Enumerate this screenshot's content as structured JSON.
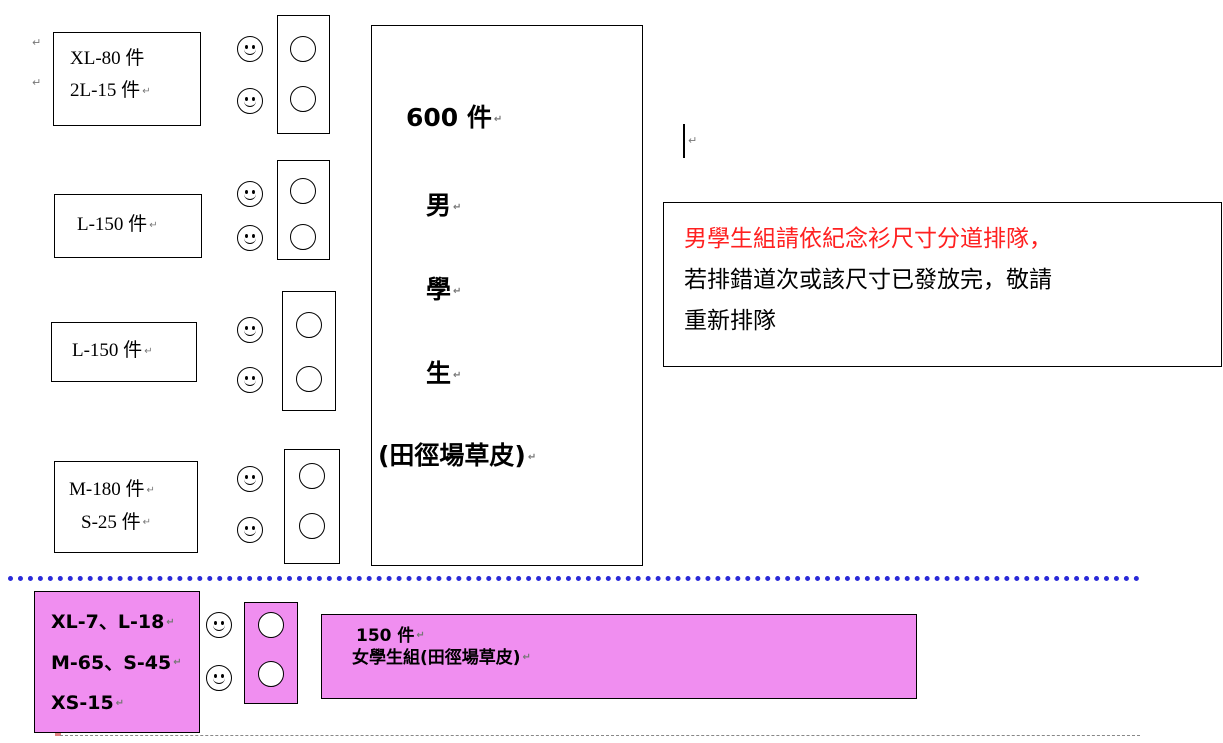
{
  "size_boxes": [
    {
      "lines": [
        "XL-80 件",
        "2L-15 件"
      ]
    },
    {
      "lines": [
        "L-150 件"
      ]
    },
    {
      "lines": [
        "L-150 件"
      ]
    },
    {
      "lines": [
        "M-180 件",
        "S-25 件"
      ]
    }
  ],
  "boys": {
    "count": "600 件",
    "chars": [
      "男",
      "學",
      "生"
    ],
    "location": "(田徑場草皮)"
  },
  "notice": {
    "red_text": "男學生組請依紀念衫尺寸分道排隊，",
    "line2": "若排錯道次或該尺寸已發放完，敬請",
    "line3": "重新排隊",
    "red_color": "#ff2020"
  },
  "girls_sizes": [
    "XL-7、L-18",
    "M-65、S-45",
    "XS-15"
  ],
  "girls": {
    "count": "150 件",
    "label": "女學生組(田徑場草皮)"
  },
  "colors": {
    "pink": "#f08ef0",
    "divider_blue": "#2a2ad8"
  },
  "marks": {
    "paragraph": "↵",
    "cursor": "|"
  }
}
